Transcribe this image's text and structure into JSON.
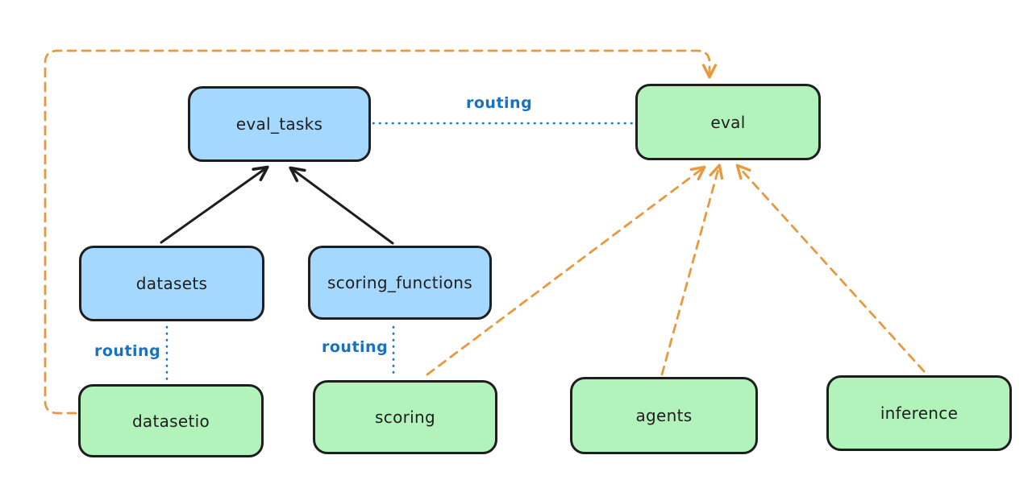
{
  "diagram": {
    "nodes": [
      {
        "id": "eval_tasks",
        "label": "eval_tasks",
        "fill": "#a5d8ff"
      },
      {
        "id": "eval",
        "label": "eval",
        "fill": "#b2f2bb"
      },
      {
        "id": "datasets",
        "label": "datasets",
        "fill": "#a5d8ff"
      },
      {
        "id": "scoring_functions",
        "label": "scoring_functions",
        "fill": "#a5d8ff"
      },
      {
        "id": "datasetio",
        "label": "datasetio",
        "fill": "#b2f2bb"
      },
      {
        "id": "scoring",
        "label": "scoring",
        "fill": "#b2f2bb"
      },
      {
        "id": "agents",
        "label": "agents",
        "fill": "#b2f2bb"
      },
      {
        "id": "inference",
        "label": "inference",
        "fill": "#b2f2bb"
      }
    ],
    "routing_labels": [
      {
        "id": "routing-eval-tasks-to-eval",
        "text": "routing"
      },
      {
        "id": "routing-datasets-to-datasetio",
        "text": "routing"
      },
      {
        "id": "routing-scoring-functions-to-scoring",
        "text": "routing"
      }
    ],
    "edges": [
      {
        "from": "datasets",
        "to": "eval_tasks",
        "style": "solid",
        "color": "#1e1e1e",
        "arrow": true
      },
      {
        "from": "scoring_functions",
        "to": "eval_tasks",
        "style": "solid",
        "color": "#1e1e1e",
        "arrow": true
      },
      {
        "from": "eval_tasks",
        "to": "eval",
        "style": "dotted",
        "color": "#1971c2",
        "label": "routing",
        "arrow": false
      },
      {
        "from": "datasets",
        "to": "datasetio",
        "style": "dotted",
        "color": "#1971c2",
        "label": "routing",
        "arrow": false
      },
      {
        "from": "scoring_functions",
        "to": "scoring",
        "style": "dotted",
        "color": "#1971c2",
        "label": "routing",
        "arrow": false
      },
      {
        "from": "datasetio",
        "to": "eval",
        "style": "dashed",
        "color": "#e8993f",
        "arrow": true
      },
      {
        "from": "scoring",
        "to": "eval",
        "style": "dashed",
        "color": "#e8993f",
        "arrow": true
      },
      {
        "from": "agents",
        "to": "eval",
        "style": "dashed",
        "color": "#e8993f",
        "arrow": true
      },
      {
        "from": "inference",
        "to": "eval",
        "style": "dashed",
        "color": "#e8993f",
        "arrow": true
      }
    ],
    "colors": {
      "node_blue_fill": "#a5d8ff",
      "node_green_fill": "#b2f2bb",
      "node_border": "#1e1e1e",
      "routing_blue": "#1971c2",
      "dashed_orange": "#e8993f",
      "background": "#ffffff"
    }
  }
}
